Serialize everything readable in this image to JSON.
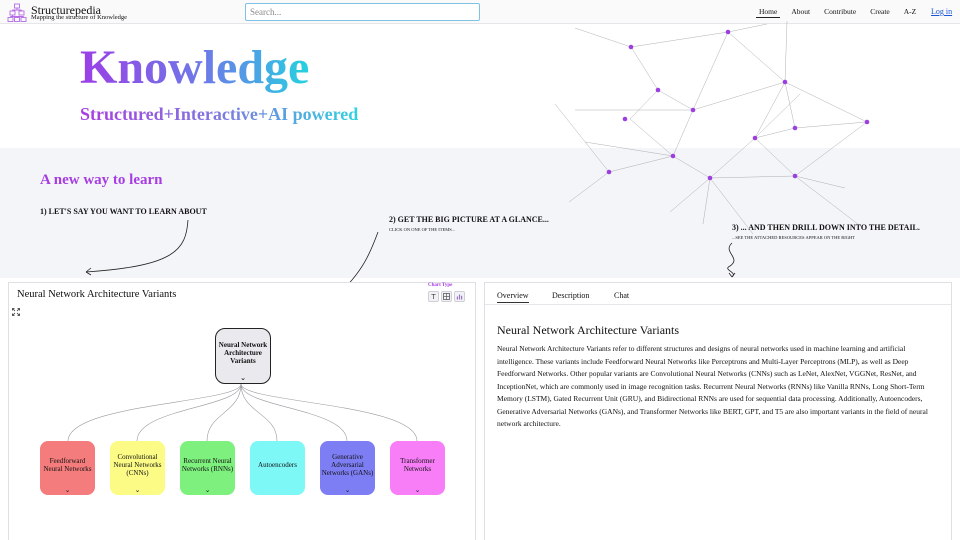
{
  "header": {
    "brand_name": "Structurepedia",
    "brand_tagline": "Mapping the structure of Knowledge",
    "search_placeholder": "Search...",
    "nav": [
      {
        "label": "Home",
        "active": true
      },
      {
        "label": "About",
        "active": false
      },
      {
        "label": "Contribute",
        "active": false
      },
      {
        "label": "Create",
        "active": false
      },
      {
        "label": "A-Z",
        "active": false
      }
    ],
    "login_label": "Log in"
  },
  "hero": {
    "title": "Knowledge",
    "subtitle": "Structured+Interactive+AI powered"
  },
  "intro": {
    "heading": "A new way to learn",
    "step1": "1) LET'S SAY YOU WANT TO LEARN ABOUT",
    "step2": "2) GET THE BIG PICTURE AT A GLANCE...",
    "step2_hint": "CLICK ON ONE OF THE ITEMS...",
    "step3": "3) ... AND THEN DRILL DOWN INTO THE DETAIL.",
    "step3_hint": "...SEE THE ATTACHED RESOURCES APPEAR ON THE RIGHT"
  },
  "left_panel": {
    "title": "Neural Network Architecture Variants",
    "chart_type_label": "Chart Type",
    "chart_type_icons": [
      "text-icon",
      "grid-icon",
      "bar-chart-icon"
    ],
    "root_node": {
      "label": "Neural Network Architecture Variants"
    },
    "child_nodes": [
      {
        "label": "Feedforward Neural Networks",
        "color": "#f47c7c"
      },
      {
        "label": "Convolutional Neural Networks (CNNs)",
        "color": "#fbfb86"
      },
      {
        "label": "Recurrent Neural Networks (RNNs)",
        "color": "#7ef07e"
      },
      {
        "label": "Autoencoders",
        "color": "#7ef7f7"
      },
      {
        "label": "Generative Adversarial Networks (GANs)",
        "color": "#7e7ef4"
      },
      {
        "label": "Transformer Networks",
        "color": "#f77ef7"
      }
    ]
  },
  "right_panel": {
    "tabs": [
      {
        "label": "Overview",
        "active": true
      },
      {
        "label": "Description",
        "active": false
      },
      {
        "label": "Chat",
        "active": false
      }
    ],
    "content_title": "Neural Network Architecture Variants",
    "content_body": "Neural Network Architecture Variants refer to different structures and designs of neural networks used in machine learning and artificial intelligence. These variants include Feedforward Neural Networks like Perceptrons and Multi-Layer Perceptrons (MLP), as well as Deep Feedforward Networks. Other popular variants are Convolutional Neural Networks (CNNs) such as LeNet, AlexNet, VGGNet, ResNet, and InceptionNet, which are commonly used in image recognition tasks. Recurrent Neural Networks (RNNs) like Vanilla RNNs, Long Short-Term Memory (LSTM), Gated Recurrent Unit (GRU), and Bidirectional RNNs are used for sequential data processing. Additionally, Autoencoders, Generative Adversarial Networks (GANs), and Transformer Networks like BERT, GPT, and T5 are also important variants in the field of neural network architecture."
  },
  "colors": {
    "accent_purple": "#a63de2",
    "link_blue": "#1a56d6",
    "network_node": "#9b3fe0"
  }
}
